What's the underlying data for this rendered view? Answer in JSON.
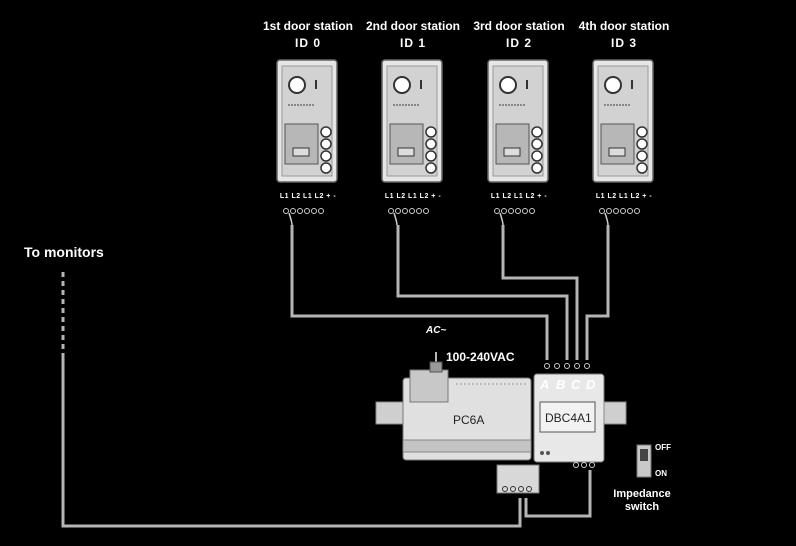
{
  "stations": [
    {
      "title": "1st door station",
      "id": "ID 0",
      "terminals": "L1 L2 L1 L2 + -"
    },
    {
      "title": "2nd door station",
      "id": "ID 1",
      "terminals": "L1 L2 L1 L2 + -"
    },
    {
      "title": "3rd door station",
      "id": "ID 2",
      "terminals": "L1 L2 L1 L2 + -"
    },
    {
      "title": "4th door station",
      "id": "ID 3",
      "terminals": "L1 L2 L1 L2 + -"
    }
  ],
  "to_monitors": "To monitors",
  "ac_label": "AC~",
  "voltage_label": "100-240VAC",
  "power_supply": "PC6A",
  "distributor": "DBC4A1",
  "ports": [
    "A",
    "B",
    "C",
    "D"
  ],
  "switch": {
    "off": "OFF",
    "on": "ON"
  },
  "impedance_label": [
    "Impedance",
    "switch"
  ],
  "colors": {
    "background": "#000000",
    "wire": "#b0b0b0",
    "panel": "#d4d4d4"
  }
}
